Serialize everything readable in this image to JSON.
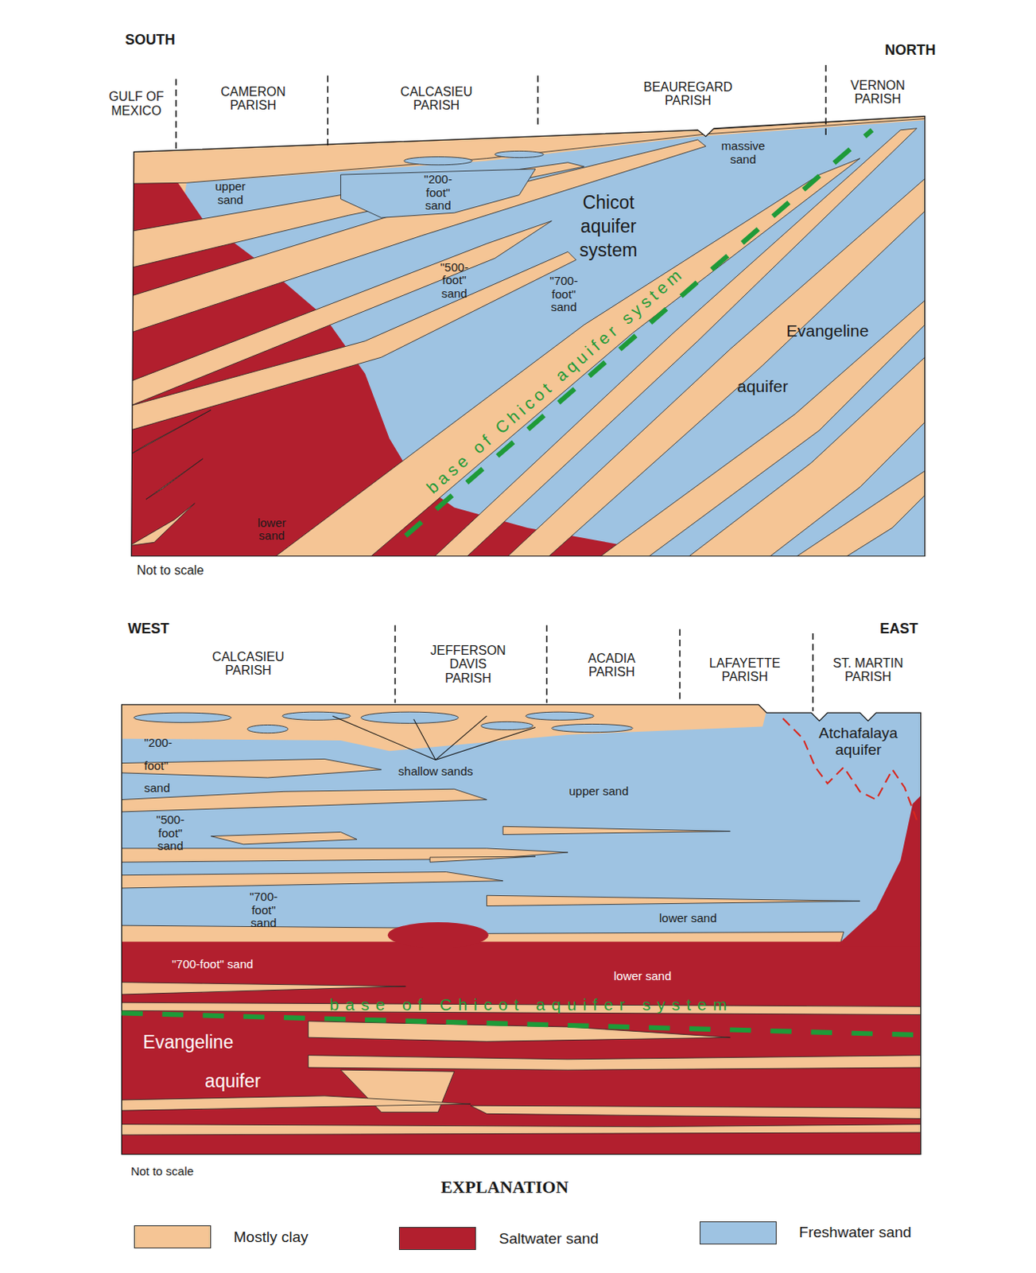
{
  "diagram": {
    "labels": [
      "SOUTH",
      "NORTH",
      "GULF OF MEXICO",
      "CAMERON PARISH",
      "CALCASIEU PARISH",
      "BEAUREGARD PARISH",
      "VERNON PARISH",
      "massive sand",
      "upper sand",
      "\"200-foot\" sand",
      "Chicot aquifer system",
      "\"500-foot\" sand",
      "\"700-foot\" sand",
      "base of Chicot aquifer system",
      "Evangeline",
      "aquifer",
      "lower sand",
      "Not to scale",
      "WEST",
      "EAST",
      "CALCASIEU PARISH",
      "JEFFERSON DAVIS PARISH",
      "ACADIA PARISH",
      "LAFAYETTE PARISH",
      "ST. MARTIN PARISH",
      "\"200-foot\" sand",
      "shallow sands",
      "upper sand",
      "Atchafalaya aquifer",
      "\"500-foot\" sand",
      "\"700-foot\" sand",
      "lower sand",
      "\"700-foot\" sand",
      "lower sand",
      "base of Chicot aquifer system",
      "Evangeline",
      "aquifer",
      "Not to scale",
      "EXPLANATION"
    ],
    "legend": [
      {
        "text": "Mostly clay",
        "color": "#F5C595"
      },
      {
        "text": "Saltwater sand",
        "color": "#B21F2E"
      },
      {
        "text": "Freshwater sand",
        "color": "#9EC3E2"
      }
    ]
  }
}
